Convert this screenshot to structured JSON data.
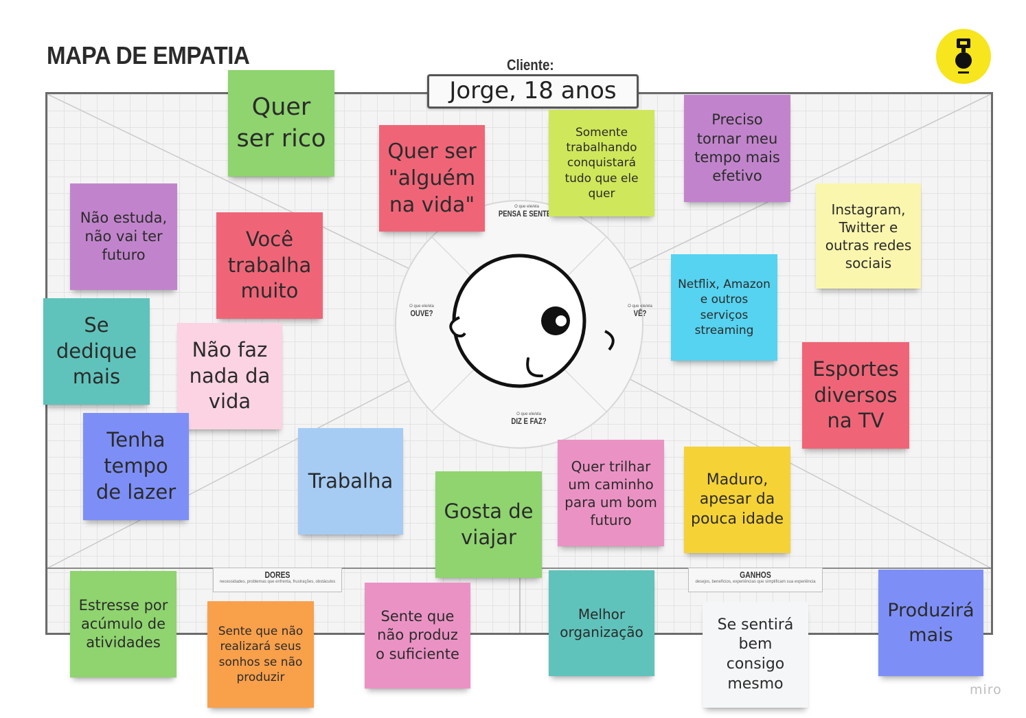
{
  "header": {
    "title": "MAPA DE EMPATIA",
    "client_label": "Cliente:",
    "client_value": "Jorge, 18 anos"
  },
  "logo": {
    "icon": "design-thinking-logo-icon",
    "color": "#f7e51d"
  },
  "quadrants": {
    "top": {
      "question": "O que ele/ela",
      "title": "PENSA E SENTE?"
    },
    "left": {
      "question": "O que ele/ela",
      "title": "OUVE?"
    },
    "right": {
      "question": "O que ele/ela",
      "title": "VÊ?"
    },
    "bottom": {
      "question": "O que ele/ela",
      "title": "DIZ E FAZ?"
    }
  },
  "sections": {
    "pains": {
      "title": "DORES",
      "subtitle": "necessidades, problemas que enfrenta, frustrações, obstáculos"
    },
    "gains": {
      "title": "GANHOS",
      "subtitle": "desejos, benefícios, experiências que simplificam sua experiência"
    }
  },
  "watermark": "miro",
  "colors": {
    "green": "#8fd46f",
    "red": "#ef6577",
    "lime": "#cfe75a",
    "purple": "#c184cc",
    "yellow_light": "#fbf6ad",
    "cyan": "#56d3f0",
    "teal": "#5fc3bb",
    "pink_light": "#fbd3e2",
    "blue": "#7d8ff7",
    "light_blue": "#a6ccf4",
    "pink": "#eb92c4",
    "yellow": "#f5d236",
    "orange": "#f9a04b",
    "white": "#f5f6f8"
  },
  "notes": [
    {
      "id": "quer-ser-rico",
      "text": "Quer ser rico",
      "color": "#8fd46f"
    },
    {
      "id": "quer-ser-alguem",
      "text": "Quer ser \"alguém na vida\"",
      "color": "#ef6577"
    },
    {
      "id": "somente-trabalhando",
      "text": "Somente trabalhando conquistará tudo que ele quer",
      "color": "#cfe75a"
    },
    {
      "id": "preciso-tornar",
      "text": "Preciso tornar meu tempo mais efetivo",
      "color": "#c184cc"
    },
    {
      "id": "instagram",
      "text": "Instagram, Twitter e outras redes sociais",
      "color": "#fbf6ad"
    },
    {
      "id": "nao-estuda",
      "text": "Não estuda, não vai ter futuro",
      "color": "#c184cc"
    },
    {
      "id": "voce-trabalha",
      "text": "Você trabalha muito",
      "color": "#ef6577"
    },
    {
      "id": "netflix",
      "text": "Netflix, Amazon e outros serviços streaming",
      "color": "#56d3f0"
    },
    {
      "id": "se-dedique",
      "text": "Se dedique mais",
      "color": "#5fc3bb"
    },
    {
      "id": "nao-faz-nada",
      "text": "Não faz nada da vida",
      "color": "#fbd3e2"
    },
    {
      "id": "esportes",
      "text": "Esportes diversos na TV",
      "color": "#ef6577"
    },
    {
      "id": "tenha-tempo",
      "text": "Tenha tempo de lazer",
      "color": "#7d8ff7"
    },
    {
      "id": "trabalha",
      "text": "Trabalha",
      "color": "#a6ccf4"
    },
    {
      "id": "quer-trilhar",
      "text": "Quer trilhar um caminho para um bom futuro",
      "color": "#eb92c4"
    },
    {
      "id": "maduro",
      "text": "Maduro, apesar da pouca idade",
      "color": "#f5d236"
    },
    {
      "id": "gosta-viajar",
      "text": "Gosta de viajar",
      "color": "#8fd46f"
    },
    {
      "id": "estresse",
      "text": "Estresse por acúmulo de atividades",
      "color": "#8fd46f"
    },
    {
      "id": "sente-nao-realizara",
      "text": "Sente que não realizará seus sonhos se não produzir",
      "color": "#f9a04b"
    },
    {
      "id": "sente-nao-produz",
      "text": "Sente que não produz o suficiente",
      "color": "#eb92c4"
    },
    {
      "id": "melhor-organizacao",
      "text": "Melhor organização",
      "color": "#5fc3bb"
    },
    {
      "id": "se-sentira",
      "text": "Se sentirá bem consigo mesmo",
      "color": "#f5f6f8"
    },
    {
      "id": "produzira-mais",
      "text": "Produzirá mais",
      "color": "#7d8ff7"
    }
  ]
}
